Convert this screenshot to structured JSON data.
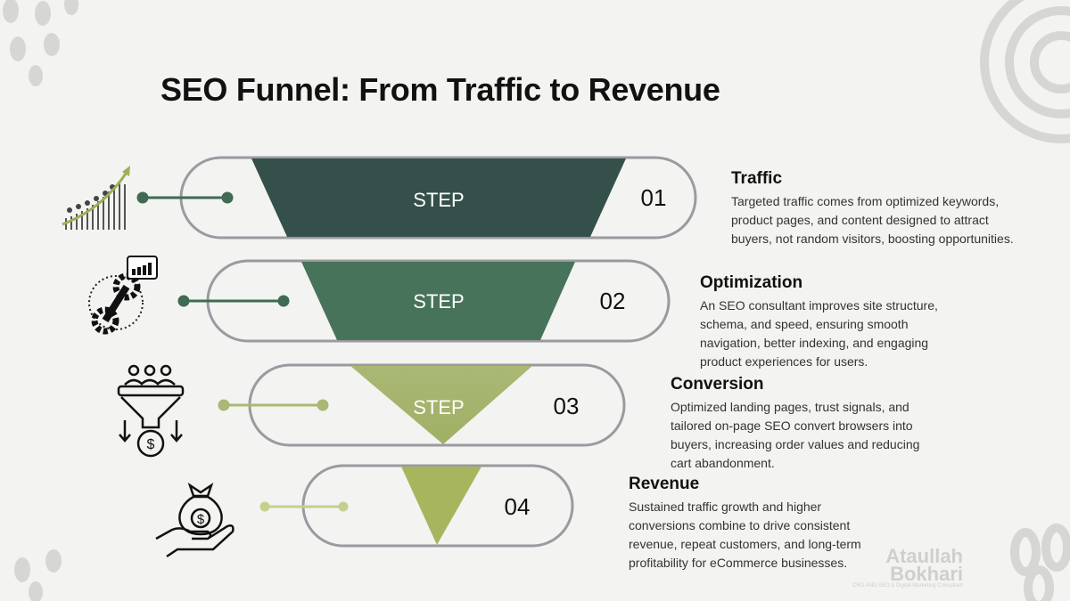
{
  "title": "SEO Funnel: From Traffic to Revenue",
  "colors": {
    "step1": "#35504a",
    "step2": "#47735a",
    "step3": "#a4b46c",
    "step4": "#a7b65e",
    "outline": "#9a9aa0"
  },
  "steps": [
    {
      "label": "STEP",
      "number": "01",
      "title": "Traffic",
      "icon": "growth-chart-people-icon",
      "description": "Targeted traffic comes from optimized keywords, product pages, and content designed to attract buyers, not random visitors, boosting opportunities."
    },
    {
      "label": "STEP",
      "number": "02",
      "title": "Optimization",
      "icon": "gear-wrench-chart-icon",
      "description": "An SEO consultant improves site structure, schema, and speed, ensuring smooth navigation, better indexing, and engaging product experiences for users."
    },
    {
      "label": "STEP",
      "number": "03",
      "title": "Conversion",
      "icon": "people-funnel-dollar-icon",
      "description": "Optimized landing pages, trust signals, and tailored on-page SEO convert browsers into buyers, increasing order values and reducing cart abandonment."
    },
    {
      "label": "",
      "number": "04",
      "title": "Revenue",
      "icon": "money-bag-hand-icon",
      "description": "Sustained traffic growth and higher conversions combine to drive consistent revenue, repeat customers, and long-term profitability for eCommerce businesses."
    }
  ],
  "watermark": {
    "name": "Ataullah Bokhari",
    "tagline": "CRO AND SEO & Digital Marketing Consultant"
  }
}
